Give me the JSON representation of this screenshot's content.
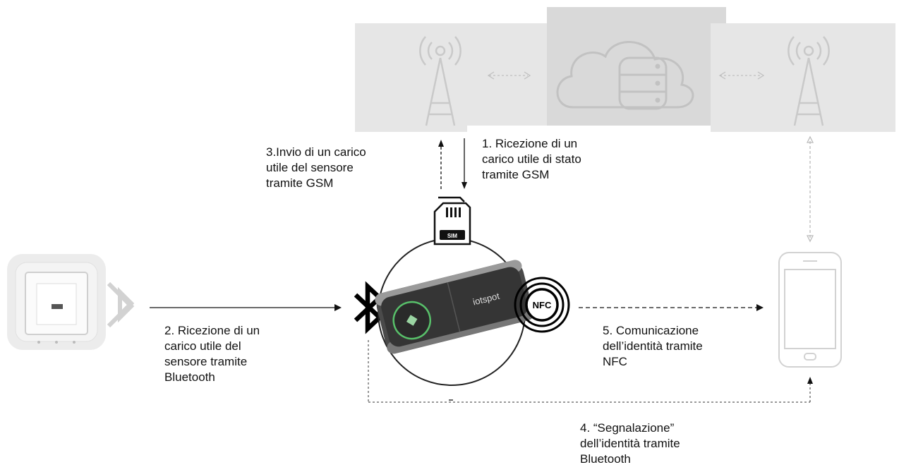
{
  "labels": {
    "step1": "1. Ricezione di un\ncarico utile di stato\ntramite GSM",
    "step2": "2. Ricezione di un\ncarico utile del\nsensore tramite\nBluetooth",
    "step3": "3.Invio di un carico\nutile del sensore\ntramite GSM",
    "step4": "4. “Segnalazione”\ndell’identità tramite\nBluetooth",
    "step5": "5. Comunicazione\ndell’identità tramite\nNFC"
  },
  "device": {
    "sim_label": "SIM",
    "nfc_label": "NFC",
    "brand": "iotspot"
  },
  "icons": {
    "left_tower": "cell-tower-icon",
    "cloud": "cloud-database-icon",
    "right_tower": "cell-tower-icon",
    "sensor": "sensor-device-icon",
    "bluetooth_small": "bluetooth-icon",
    "bluetooth_large": "bluetooth-icon",
    "sim": "sim-card-icon",
    "nfc": "nfc-icon",
    "phone": "smartphone-icon"
  },
  "colors": {
    "panel": "#e6e6e6",
    "panel_dark": "#d4d4d4",
    "icon_faint": "#c9c9c9",
    "device_body": "#3a3a3a",
    "led_green": "#58c06a"
  }
}
